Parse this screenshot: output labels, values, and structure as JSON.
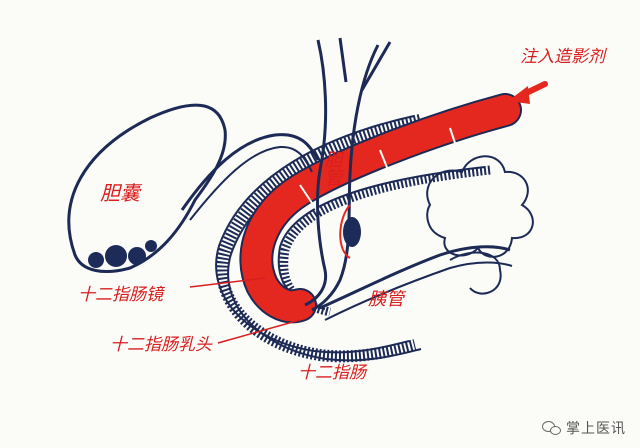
{
  "labels": {
    "gallbladder": "胆囊",
    "bile_duct": "胆管",
    "pancreatic_duct": "胰管",
    "contrast": "注入造影剂",
    "duodenoscope": "十二指肠镜",
    "papilla": "十二指肠乳头",
    "duodenum": "十二指肠"
  },
  "watermark": "掌上医讯",
  "colors": {
    "outline": "#1c2a55",
    "scope": "#e5281f",
    "annotation": "#d81e1e",
    "stones": "#1d2b59"
  }
}
